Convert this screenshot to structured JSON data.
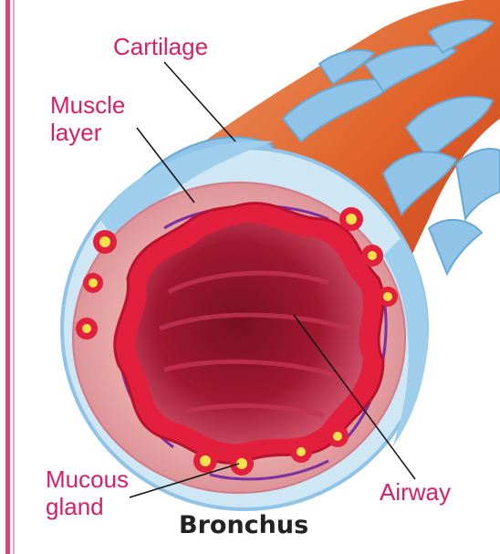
{
  "diagram": {
    "title": "Bronchus",
    "labels": {
      "cartilage": "Cartilage",
      "muscle_layer": "Muscle\nlayer",
      "mucous_gland": "Mucous\ngland",
      "airway": "Airway"
    },
    "colors": {
      "label_text": "#d81e66",
      "title_text": "#222222",
      "cartilage_blue": "#8fc4e8",
      "tissue_pink": "#e8a7a7",
      "muscle_red": "#e21f3c",
      "nerve_purple": "#7b2fa0",
      "gland_yellow": "#f5e24a",
      "tube_orange": "#e0642c"
    }
  }
}
